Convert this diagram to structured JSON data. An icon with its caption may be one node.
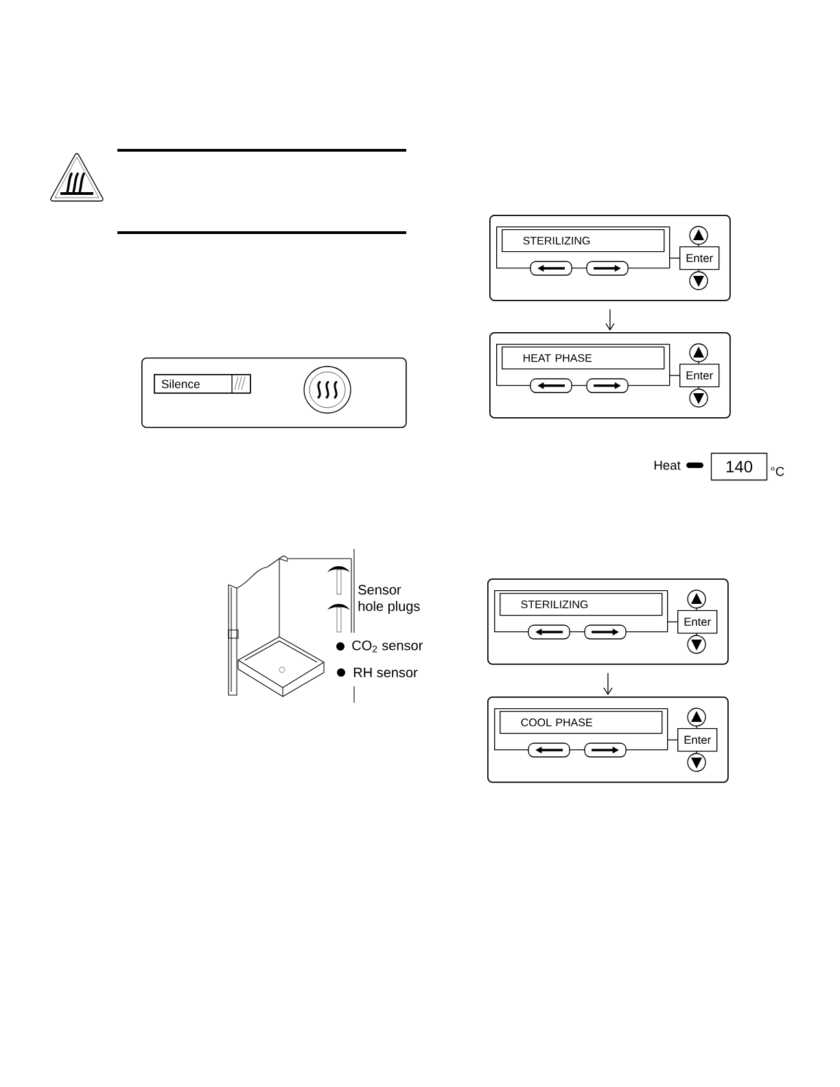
{
  "diagram": {
    "nodes": [
      {
        "text": [],
        "shape": "box"
      },
      {
        "text": [],
        "shape": "box",
        "in": 0
      },
      {
        "text": [
          "STERILIZING"
        ],
        "in": 1
      },
      {
        "text": [
          "Enter"
        ],
        "in": 0
      },
      {
        "text": [],
        "shape": "box"
      },
      {
        "text": [],
        "shape": "box",
        "in": 4
      },
      {
        "text": [
          "HEAT PHASE"
        ],
        "in": 5
      },
      {
        "text": [
          "Enter"
        ],
        "in": 4
      },
      {
        "text": [],
        "shape": "box"
      },
      {
        "text": [],
        "shape": "box",
        "in": 8
      },
      {
        "text": [
          "STERILIZING"
        ],
        "in": 9
      },
      {
        "text": [
          "Enter"
        ],
        "in": 8
      },
      {
        "text": [],
        "shape": "box"
      },
      {
        "text": [],
        "shape": "box",
        "in": 12
      },
      {
        "text": [
          "COOL PHASE"
        ],
        "in": 13
      },
      {
        "text": [
          "Enter"
        ],
        "in": 12
      },
      {
        "text": [],
        "shape": "box"
      },
      {
        "text": [
          "Silence"
        ],
        "in": 16
      },
      {
        "text": [
          "140"
        ],
        "beside": [
          "°C"
        ]
      }
    ],
    "edges": [
      {
        "from": 0,
        "to": 4,
        "arrow": "to"
      },
      {
        "from": 8,
        "to": 12,
        "arrow": "to"
      },
      {
        "from": 1,
        "to": 3,
        "arrow": "none"
      },
      {
        "from": 5,
        "to": 7,
        "arrow": "none"
      },
      {
        "from": 9,
        "to": 11,
        "arrow": "none"
      },
      {
        "from": 13,
        "to": 15,
        "arrow": "none"
      }
    ],
    "labels": [
      "Heat",
      "Sensor hole plugs",
      "CO$_{2}$ sensor",
      "RH sensor"
    ]
  }
}
